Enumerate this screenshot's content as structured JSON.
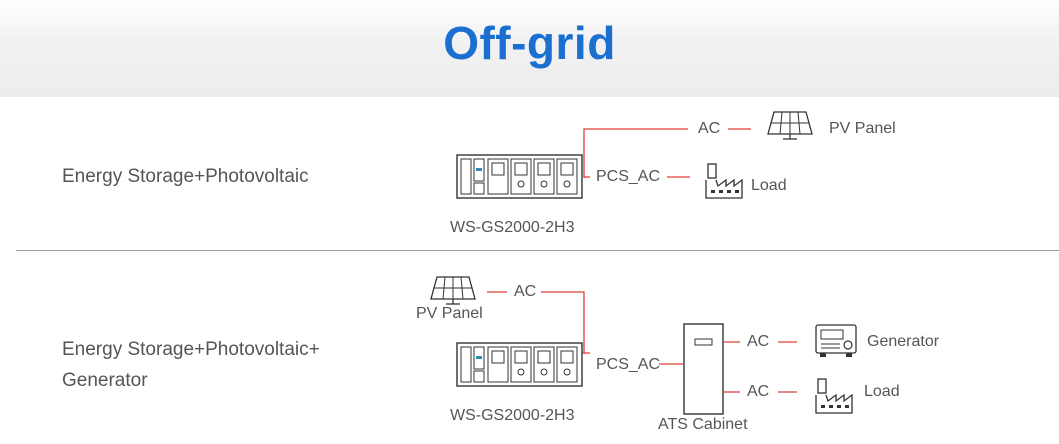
{
  "title": "Off-grid",
  "rows": [
    {
      "label": "Energy Storage+Photovoltaic",
      "device": "WS-GS2000-2H3",
      "pcs": "PCS_AC",
      "ac": "AC",
      "pv": "PV Panel",
      "load": "Load"
    },
    {
      "label_line1": "Energy Storage+Photovoltaic+",
      "label_line2": "Generator",
      "device": "WS-GS2000-2H3",
      "pcs": "PCS_AC",
      "ac_pv": "AC",
      "pv": "PV Panel",
      "ats": "ATS Cabinet",
      "ac_gen": "AC",
      "generator": "Generator",
      "ac_load": "AC",
      "load": "Load"
    }
  ],
  "colors": {
    "accent": "#1a6fd0",
    "line": "#e0403a",
    "icon": "#333333"
  }
}
